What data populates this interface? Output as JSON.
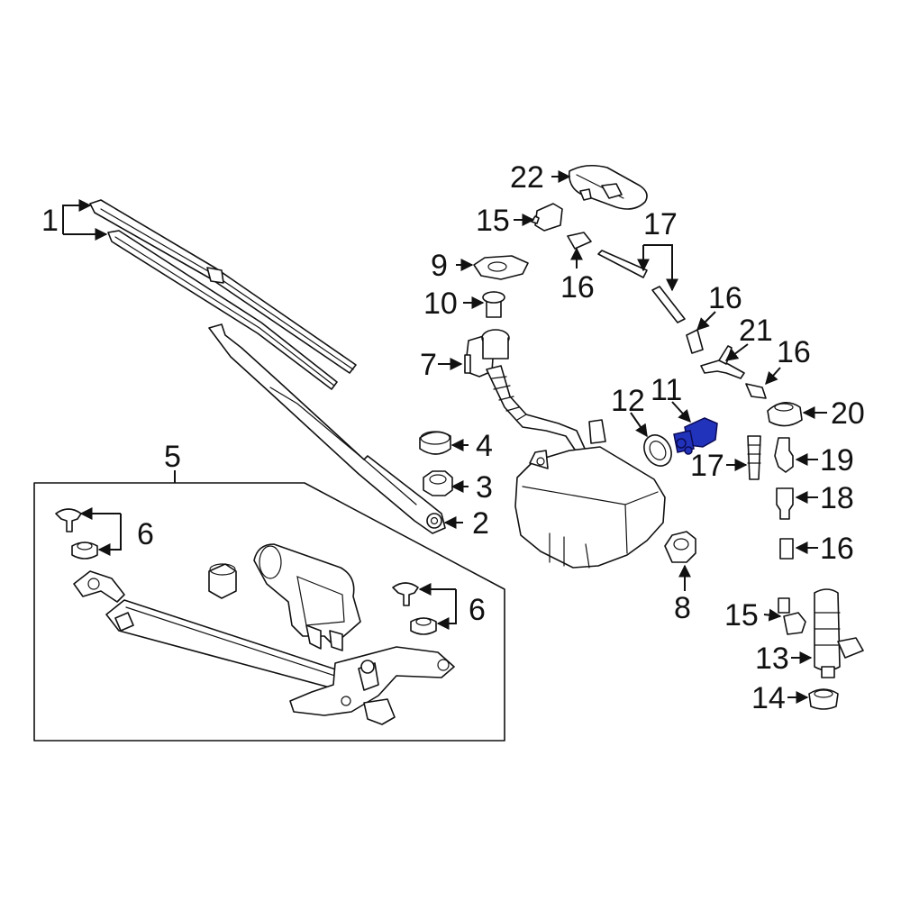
{
  "highlight_color": "#2233bb",
  "callouts": {
    "c1": "1",
    "c2": "2",
    "c3": "3",
    "c4": "4",
    "c5": "5",
    "c6a": "6",
    "c6b": "6",
    "c7": "7",
    "c8": "8",
    "c9": "9",
    "c10": "10",
    "c11": "11",
    "c12": "12",
    "c13": "13",
    "c14": "14",
    "c15a": "15",
    "c15b": "15",
    "c16a": "16",
    "c16b": "16",
    "c16c": "16",
    "c16d": "16",
    "c17a": "17",
    "c17b": "17",
    "c18": "18",
    "c19": "19",
    "c20": "20",
    "c21": "21",
    "c22": "22"
  }
}
